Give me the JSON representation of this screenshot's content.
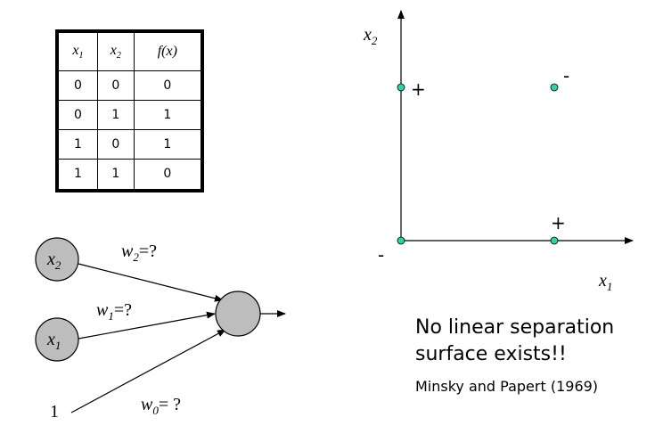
{
  "truth_table": {
    "headers": {
      "x1": "x",
      "x1_sub": "1",
      "x2": "x",
      "x2_sub": "2",
      "f": "f(x)"
    },
    "rows": [
      [
        "0",
        "0",
        "0"
      ],
      [
        "0",
        "1",
        "1"
      ],
      [
        "1",
        "0",
        "1"
      ],
      [
        "1",
        "1",
        "0"
      ]
    ]
  },
  "perceptron": {
    "input_x2": {
      "var": "x",
      "sub": "2"
    },
    "input_x1": {
      "var": "x",
      "sub": "1"
    },
    "bias_input": "1",
    "weight_w2": {
      "var": "w",
      "sub": "2",
      "rest": "=?"
    },
    "weight_w1": {
      "var": "w",
      "sub": "1",
      "rest": "=?"
    },
    "weight_w0": {
      "var": "w",
      "sub": "0",
      "rest": "= ?"
    }
  },
  "plot": {
    "y_axis_label": {
      "var": "x",
      "sub": "2"
    },
    "x_axis_label": {
      "var": "x",
      "sub": "1"
    },
    "point_labels": {
      "p01": "+",
      "p11": "-",
      "p10": "+",
      "p00": "-"
    },
    "point_color": "#2fd3a8"
  },
  "conclusion": {
    "line1": "No linear separation",
    "line2": "surface exists!!"
  },
  "citation": "Minsky and Papert (1969)"
}
